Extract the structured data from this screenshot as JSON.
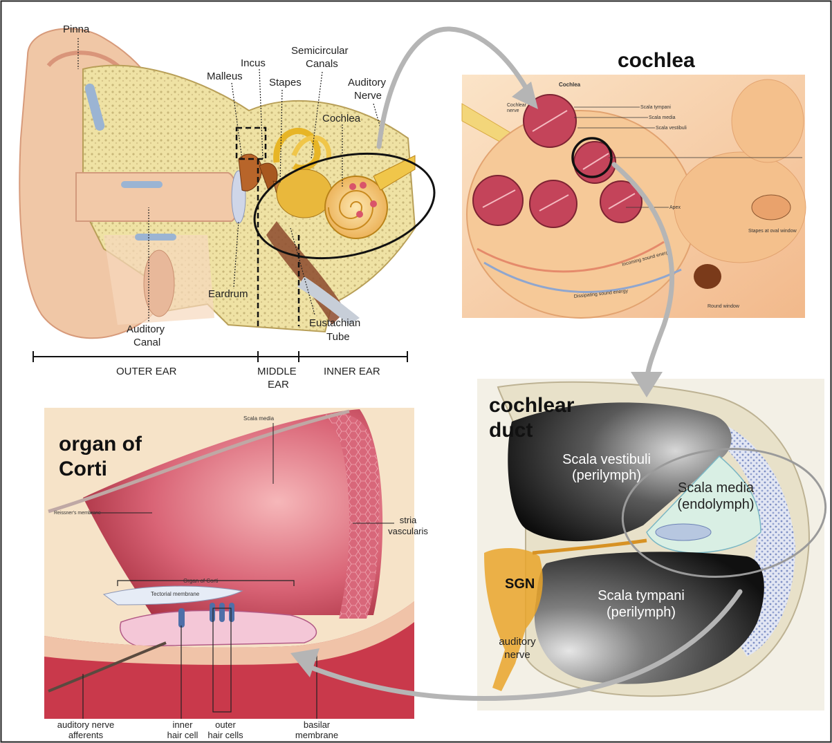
{
  "ear": {
    "pinna": "Pinna",
    "incus": "Incus",
    "malleus": "Malleus",
    "stapes": "Stapes",
    "semicircular_1": "Semicircular",
    "semicircular_2": "Canals",
    "auditory_nerve_1": "Auditory",
    "auditory_nerve_2": "Nerve",
    "cochlea": "Cochlea",
    "eardrum": "Eardrum",
    "auditory_canal_1": "Auditory",
    "auditory_canal_2": "Canal",
    "eustachian_1": "Eustachian",
    "eustachian_2": "Tube",
    "outer_ear": "OUTER EAR",
    "middle_ear_1": "MIDDLE",
    "middle_ear_2": "EAR",
    "inner_ear": "INNER EAR"
  },
  "cochlea_panel": {
    "title": "cochlea",
    "heading": "Cochlea",
    "cochlear_nerve_1": "Cochlear",
    "cochlear_nerve_2": "nerve",
    "scala_tympani": "Scala tympani",
    "scala_media": "Scala media",
    "scala_vestibuli": "Scala vestibuli",
    "apex": "Apex",
    "stapes_oval": "Stapes at oval window",
    "incoming": "Incoming sound energy",
    "dissipating": "Dissipating sound energy",
    "round_window": "Round window"
  },
  "duct_panel": {
    "title_1": "cochlear",
    "title_2": "duct",
    "vestibuli_1": "Scala vestibuli",
    "vestibuli_2": "(perilymph)",
    "media_1": "Scala media",
    "media_2": "(endolymph)",
    "tympani_1": "Scala tympani",
    "tympani_2": "(perilymph)",
    "sgn": "SGN",
    "nerve_1": "auditory",
    "nerve_2": "nerve"
  },
  "corti_panel": {
    "title_1": "organ of",
    "title_2": "Corti",
    "scala_media": "Scala media",
    "reissner": "Reissner's membrane",
    "organ_of_corti": "Organ of Corti",
    "tectorial": "Tectorial membrane",
    "stria_1": "stria",
    "stria_2": "vascularis",
    "afferents_1": "auditory nerve",
    "afferents_2": "afferents",
    "inner_1": "inner",
    "inner_2": "hair cell",
    "outer_1": "outer",
    "outer_2": "hair cells",
    "basilar_1": "basilar",
    "basilar_2": "membrane"
  },
  "colors": {
    "arrow": "#b5b5b5",
    "bone": "#efe3a8",
    "skin": "#f2c9a8",
    "cochlea_gold": "#f0c64a",
    "tissue_red": "#d4586a",
    "dark_chamber": "#161616",
    "endolymph": "#d9efe4"
  }
}
